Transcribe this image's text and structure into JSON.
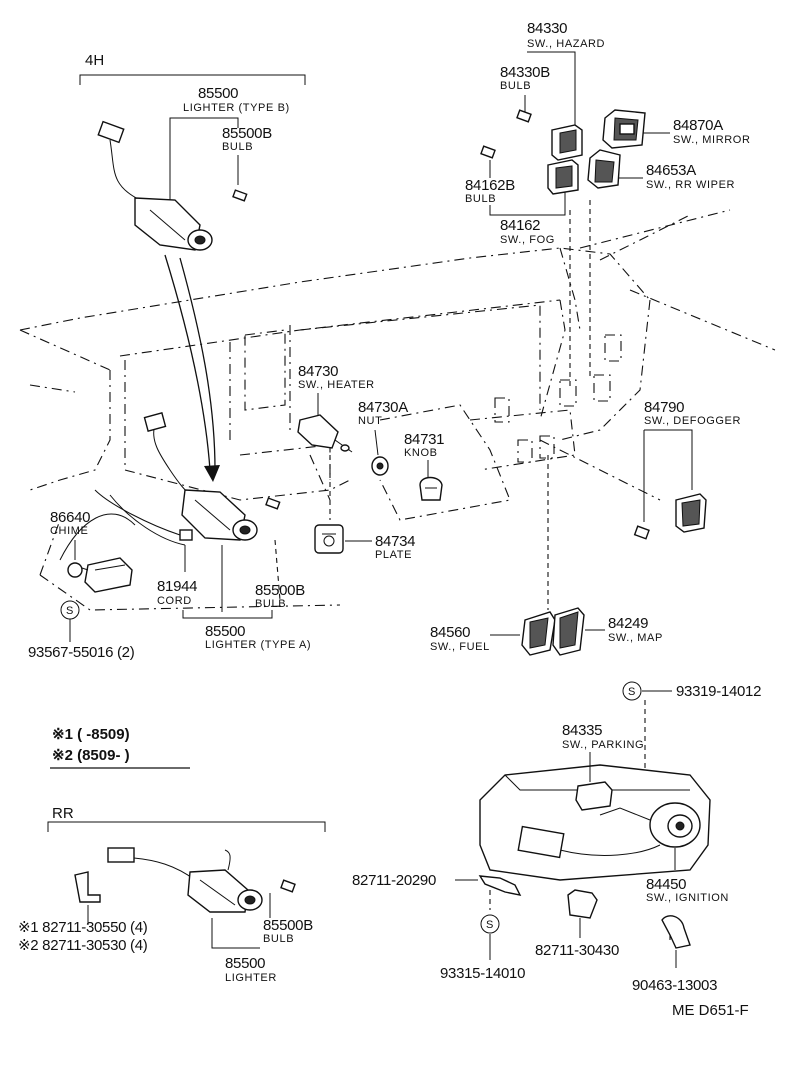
{
  "groups": {
    "front": "4H",
    "rear": "RR"
  },
  "notes": {
    "n1": "※1 (        -8509)",
    "n2": "※2 (8509-        )"
  },
  "footer": "ME  D651-F",
  "callouts": {
    "c84330": {
      "num": "84330",
      "desc": "SW., HAZARD"
    },
    "c84330B": {
      "num": "84330B",
      "desc": "BULB"
    },
    "c84870A": {
      "num": "84870A",
      "desc": "SW., MIRROR"
    },
    "c84653A": {
      "num": "84653A",
      "desc": "SW., RR WIPER"
    },
    "c84162B": {
      "num": "84162B",
      "desc": "BULB"
    },
    "c84162": {
      "num": "84162",
      "desc": "SW., FOG"
    },
    "c85500t": {
      "num": "85500",
      "desc": "LIGHTER (TYPE B)"
    },
    "c85500Bt": {
      "num": "85500B",
      "desc": "BULB"
    },
    "c84730": {
      "num": "84730",
      "desc": "SW., HEATER"
    },
    "c84730A": {
      "num": "84730A",
      "desc": "NUT"
    },
    "c84731": {
      "num": "84731",
      "desc": "KNOB"
    },
    "c84790": {
      "num": "84790",
      "desc": "SW., DEFOGGER"
    },
    "c86640": {
      "num": "86640",
      "desc": "CHIME"
    },
    "c81944": {
      "num": "81944",
      "desc": "CORD"
    },
    "c85500Bm": {
      "num": "85500B",
      "desc": "BULB"
    },
    "c84734": {
      "num": "84734",
      "desc": "PLATE"
    },
    "c85500m": {
      "num": "85500",
      "desc": "LIGHTER (TYPE A)"
    },
    "c93567": {
      "num": "93567-55016 (2)",
      "desc": ""
    },
    "c84560": {
      "num": "84560",
      "desc": "SW., FUEL"
    },
    "c84249": {
      "num": "84249",
      "desc": "SW., MAP"
    },
    "c93319": {
      "num": "93319-14012",
      "desc": ""
    },
    "c84335": {
      "num": "84335",
      "desc": "SW., PARKING"
    },
    "c84450": {
      "num": "84450",
      "desc": "SW., IGNITION"
    },
    "c82711a": {
      "num": "82711-20290",
      "desc": ""
    },
    "c93315": {
      "num": "93315-14010",
      "desc": ""
    },
    "c82711b": {
      "num": "82711-30430",
      "desc": ""
    },
    "c90463": {
      "num": "90463-13003",
      "desc": ""
    },
    "c82711c1": {
      "num": "※1 82711-30550 (4)",
      "desc": ""
    },
    "c82711c2": {
      "num": "※2 82711-30530 (4)",
      "desc": ""
    },
    "c85500Br": {
      "num": "85500B",
      "desc": "BULB"
    },
    "c85500r": {
      "num": "85500",
      "desc": "LIGHTER"
    }
  },
  "symbols": {
    "s_label": "S"
  }
}
